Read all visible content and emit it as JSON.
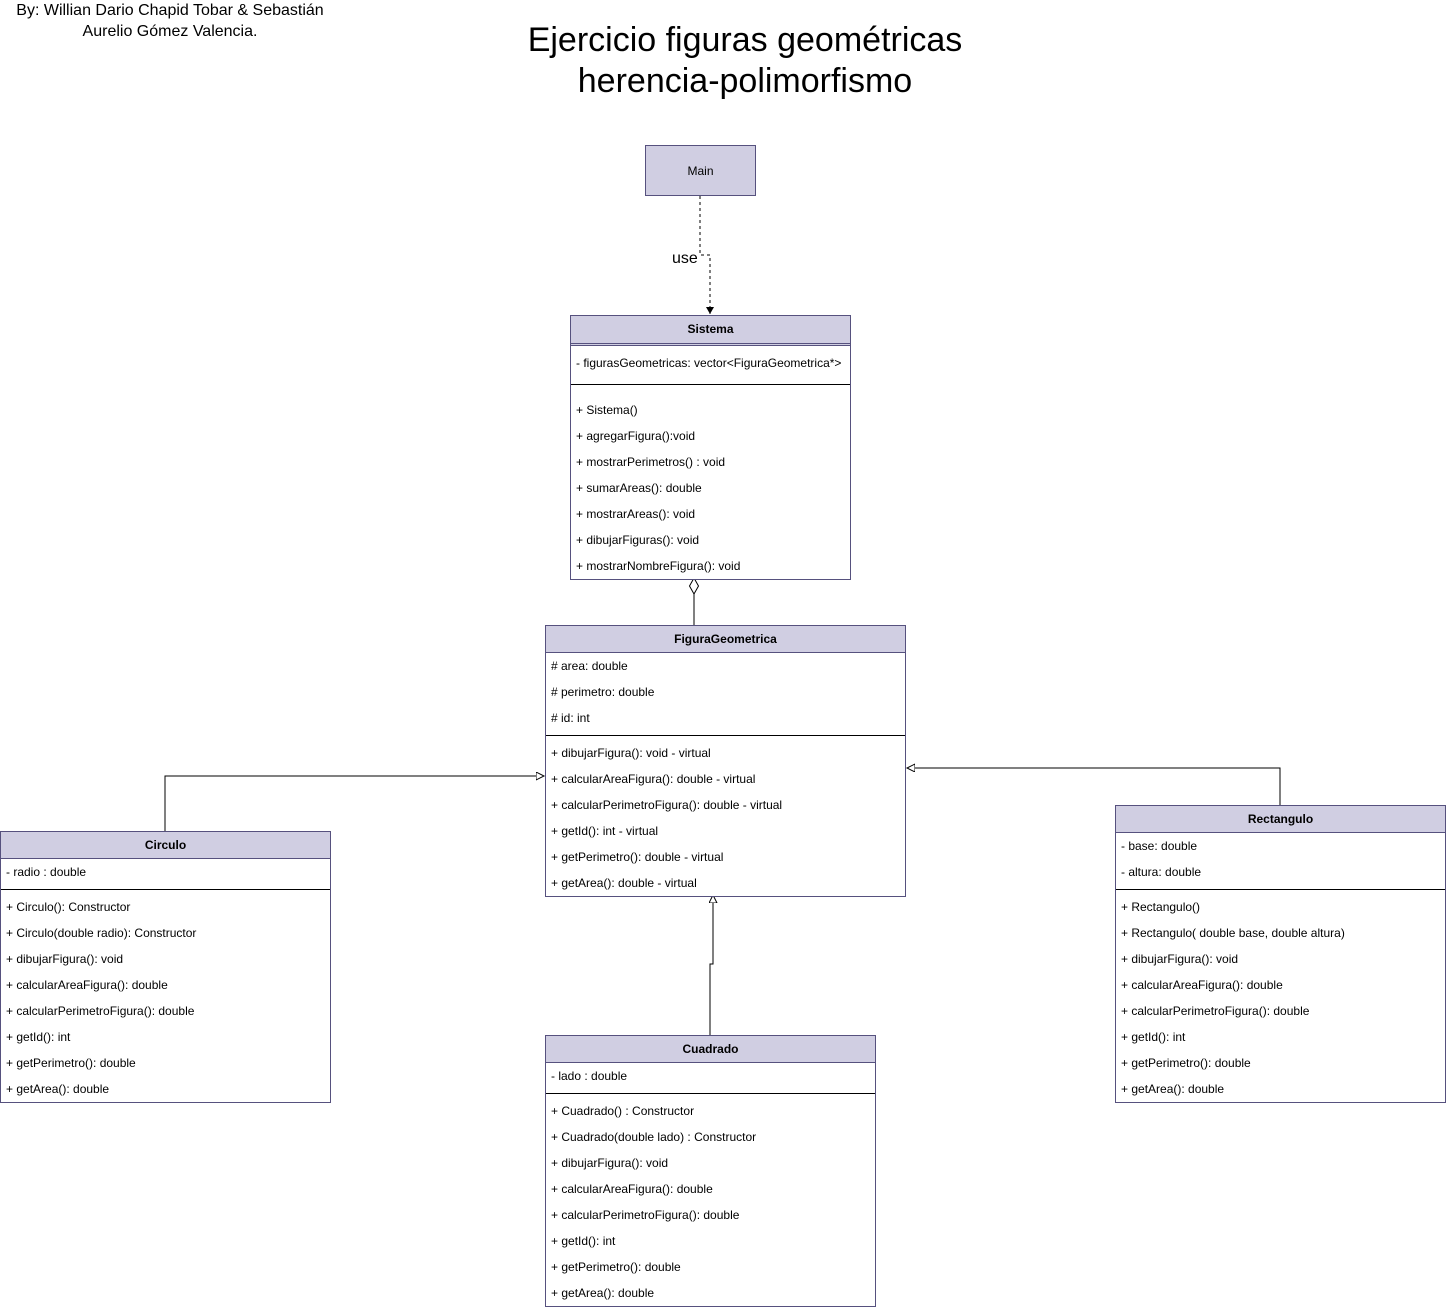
{
  "authors": "By: Willian Dario Chapid Tobar & Sebastián Aurelio Gómez Valencia.",
  "title_line1": "Ejercicio figuras geométricas",
  "title_line2": "herencia-polimorfismo",
  "main": {
    "name": "Main"
  },
  "use_label": "use",
  "classes": {
    "sistema": {
      "name": "Sistema",
      "attributes": [
        "- figurasGeometricas: vector<FiguraGeometrica*>"
      ],
      "methods": [
        "+ Sistema()",
        "+ agregarFigura():void",
        "+ mostrarPerimetros() : void",
        "+ sumarAreas(): double",
        "+ mostrarAreas(): void",
        "+ dibujarFiguras(): void",
        "+ mostrarNombreFigura(): void"
      ]
    },
    "figura": {
      "name": "FiguraGeometrica",
      "attributes": [
        "# area: double",
        "# perimetro: double",
        "# id: int"
      ],
      "methods": [
        "+ dibujarFigura(): void - virtual",
        "+ calcularAreaFigura(): double - virtual",
        "+ calcularPerimetroFigura(): double - virtual",
        "+ getId(): int - virtual",
        "+ getPerimetro(): double - virtual",
        "+ getArea(): double - virtual"
      ]
    },
    "circulo": {
      "name": "Circulo",
      "attributes": [
        "- radio : double"
      ],
      "methods": [
        "+ Circulo(): Constructor",
        "+ Circulo(double radio): Constructor",
        "+ dibujarFigura(): void",
        "+ calcularAreaFigura(): double",
        "+ calcularPerimetroFigura(): double",
        "+ getId(): int",
        "+ getPerimetro(): double",
        "+ getArea(): double"
      ]
    },
    "cuadrado": {
      "name": "Cuadrado",
      "attributes": [
        "- lado : double"
      ],
      "methods": [
        "+ Cuadrado() : Constructor",
        "+ Cuadrado(double lado) : Constructor",
        "+ dibujarFigura(): void",
        "+ calcularAreaFigura(): double",
        "+ calcularPerimetroFigura(): double",
        "+ getId(): int",
        "+ getPerimetro(): double",
        "+ getArea(): double"
      ]
    },
    "rectangulo": {
      "name": "Rectangulo",
      "attributes": [
        "- base: double",
        "- altura: double"
      ],
      "methods": [
        "+ Rectangulo()",
        "+ Rectangulo( double base, double altura)",
        "+ dibujarFigura(): void",
        "+ calcularAreaFigura(): double",
        "+ calcularPerimetroFigura(): double",
        "+ getId(): int",
        "+ getPerimetro(): double",
        "+ getArea(): double"
      ]
    }
  },
  "colors": {
    "header_fill": "#d0cee2",
    "border": "#56517e"
  }
}
